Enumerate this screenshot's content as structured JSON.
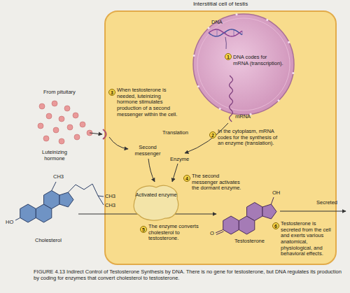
{
  "diagram": {
    "caption": "FIGURE 4.13 Indirect Control of Testosterone Synthesis by DNA. There is no gene for testosterone, but DNA regulates its production by coding for enzymes that convert cholesterol to testosterone.",
    "nodes": [
      {
        "text": [
          "Interstitial cell of testis"
        ]
      },
      {
        "text": [
          "DNA",
          "DNA codes for mRNA (transcription)."
        ],
        "in": 0
      },
      {
        "text": [
          "Activated enzyme"
        ],
        "in": 0
      }
    ],
    "labels": [
      "From pituitary",
      "3",
      "When testosterone is needed, luteinizing hormone stimulates production of a second messenger within the cell.",
      "1",
      "mRNA",
      "Translation",
      "2",
      "In the cytoplasm, mRNA codes for the synthesis of an enzyme (translation).",
      "Luteinizing hormone",
      "Second messenger",
      "Enzyme",
      "4",
      "The second messenger activates the dormant enzyme.",
      "CH3",
      "CH3",
      "CH3",
      "HO",
      "Cholesterol",
      "5",
      "The enzyme converts cholesterol to testosterone.",
      "OH",
      "O",
      "Testosterone",
      "Secreted",
      "6",
      "Testosterone is secreted from the cell and exerts various anatomical, physiological, and behavioral effects."
    ]
  }
}
